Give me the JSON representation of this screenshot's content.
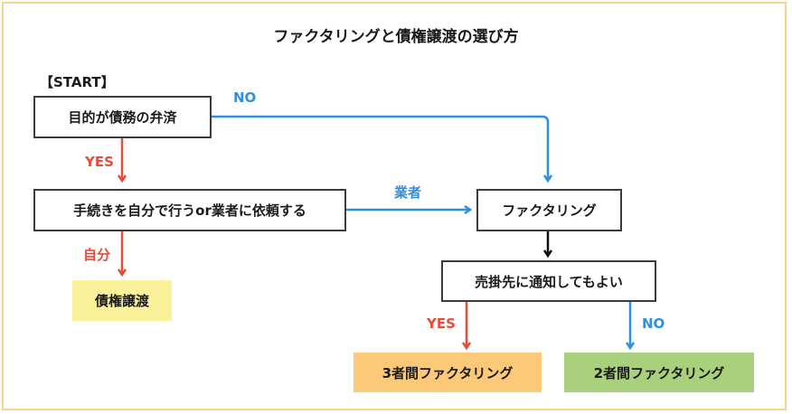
{
  "title": "ファクタリングと債権譲渡の選び方",
  "start_label": "【START】",
  "nodes": {
    "q1": "目的が債務の弁済",
    "q2": "手続きを自分で行うor業者に依頼する",
    "factoring": "ファクタリング",
    "q3": "売掛先に通知してもよい",
    "result_transfer": "債権譲渡",
    "result_three_party": "3者間ファクタリング",
    "result_two_party": "2者間ファクタリング"
  },
  "edges": {
    "q1_no": "NO",
    "q1_yes": "YES",
    "q2_vendor": "業者",
    "q2_self": "自分",
    "q3_yes": "YES",
    "q3_no": "NO"
  },
  "colors": {
    "red": "#e64c3c",
    "blue": "#2e8fe0",
    "black": "#111111",
    "frame": "#f7d58b",
    "yellow": "#fbf19a",
    "orange": "#fbc978",
    "green": "#a9d07c"
  }
}
